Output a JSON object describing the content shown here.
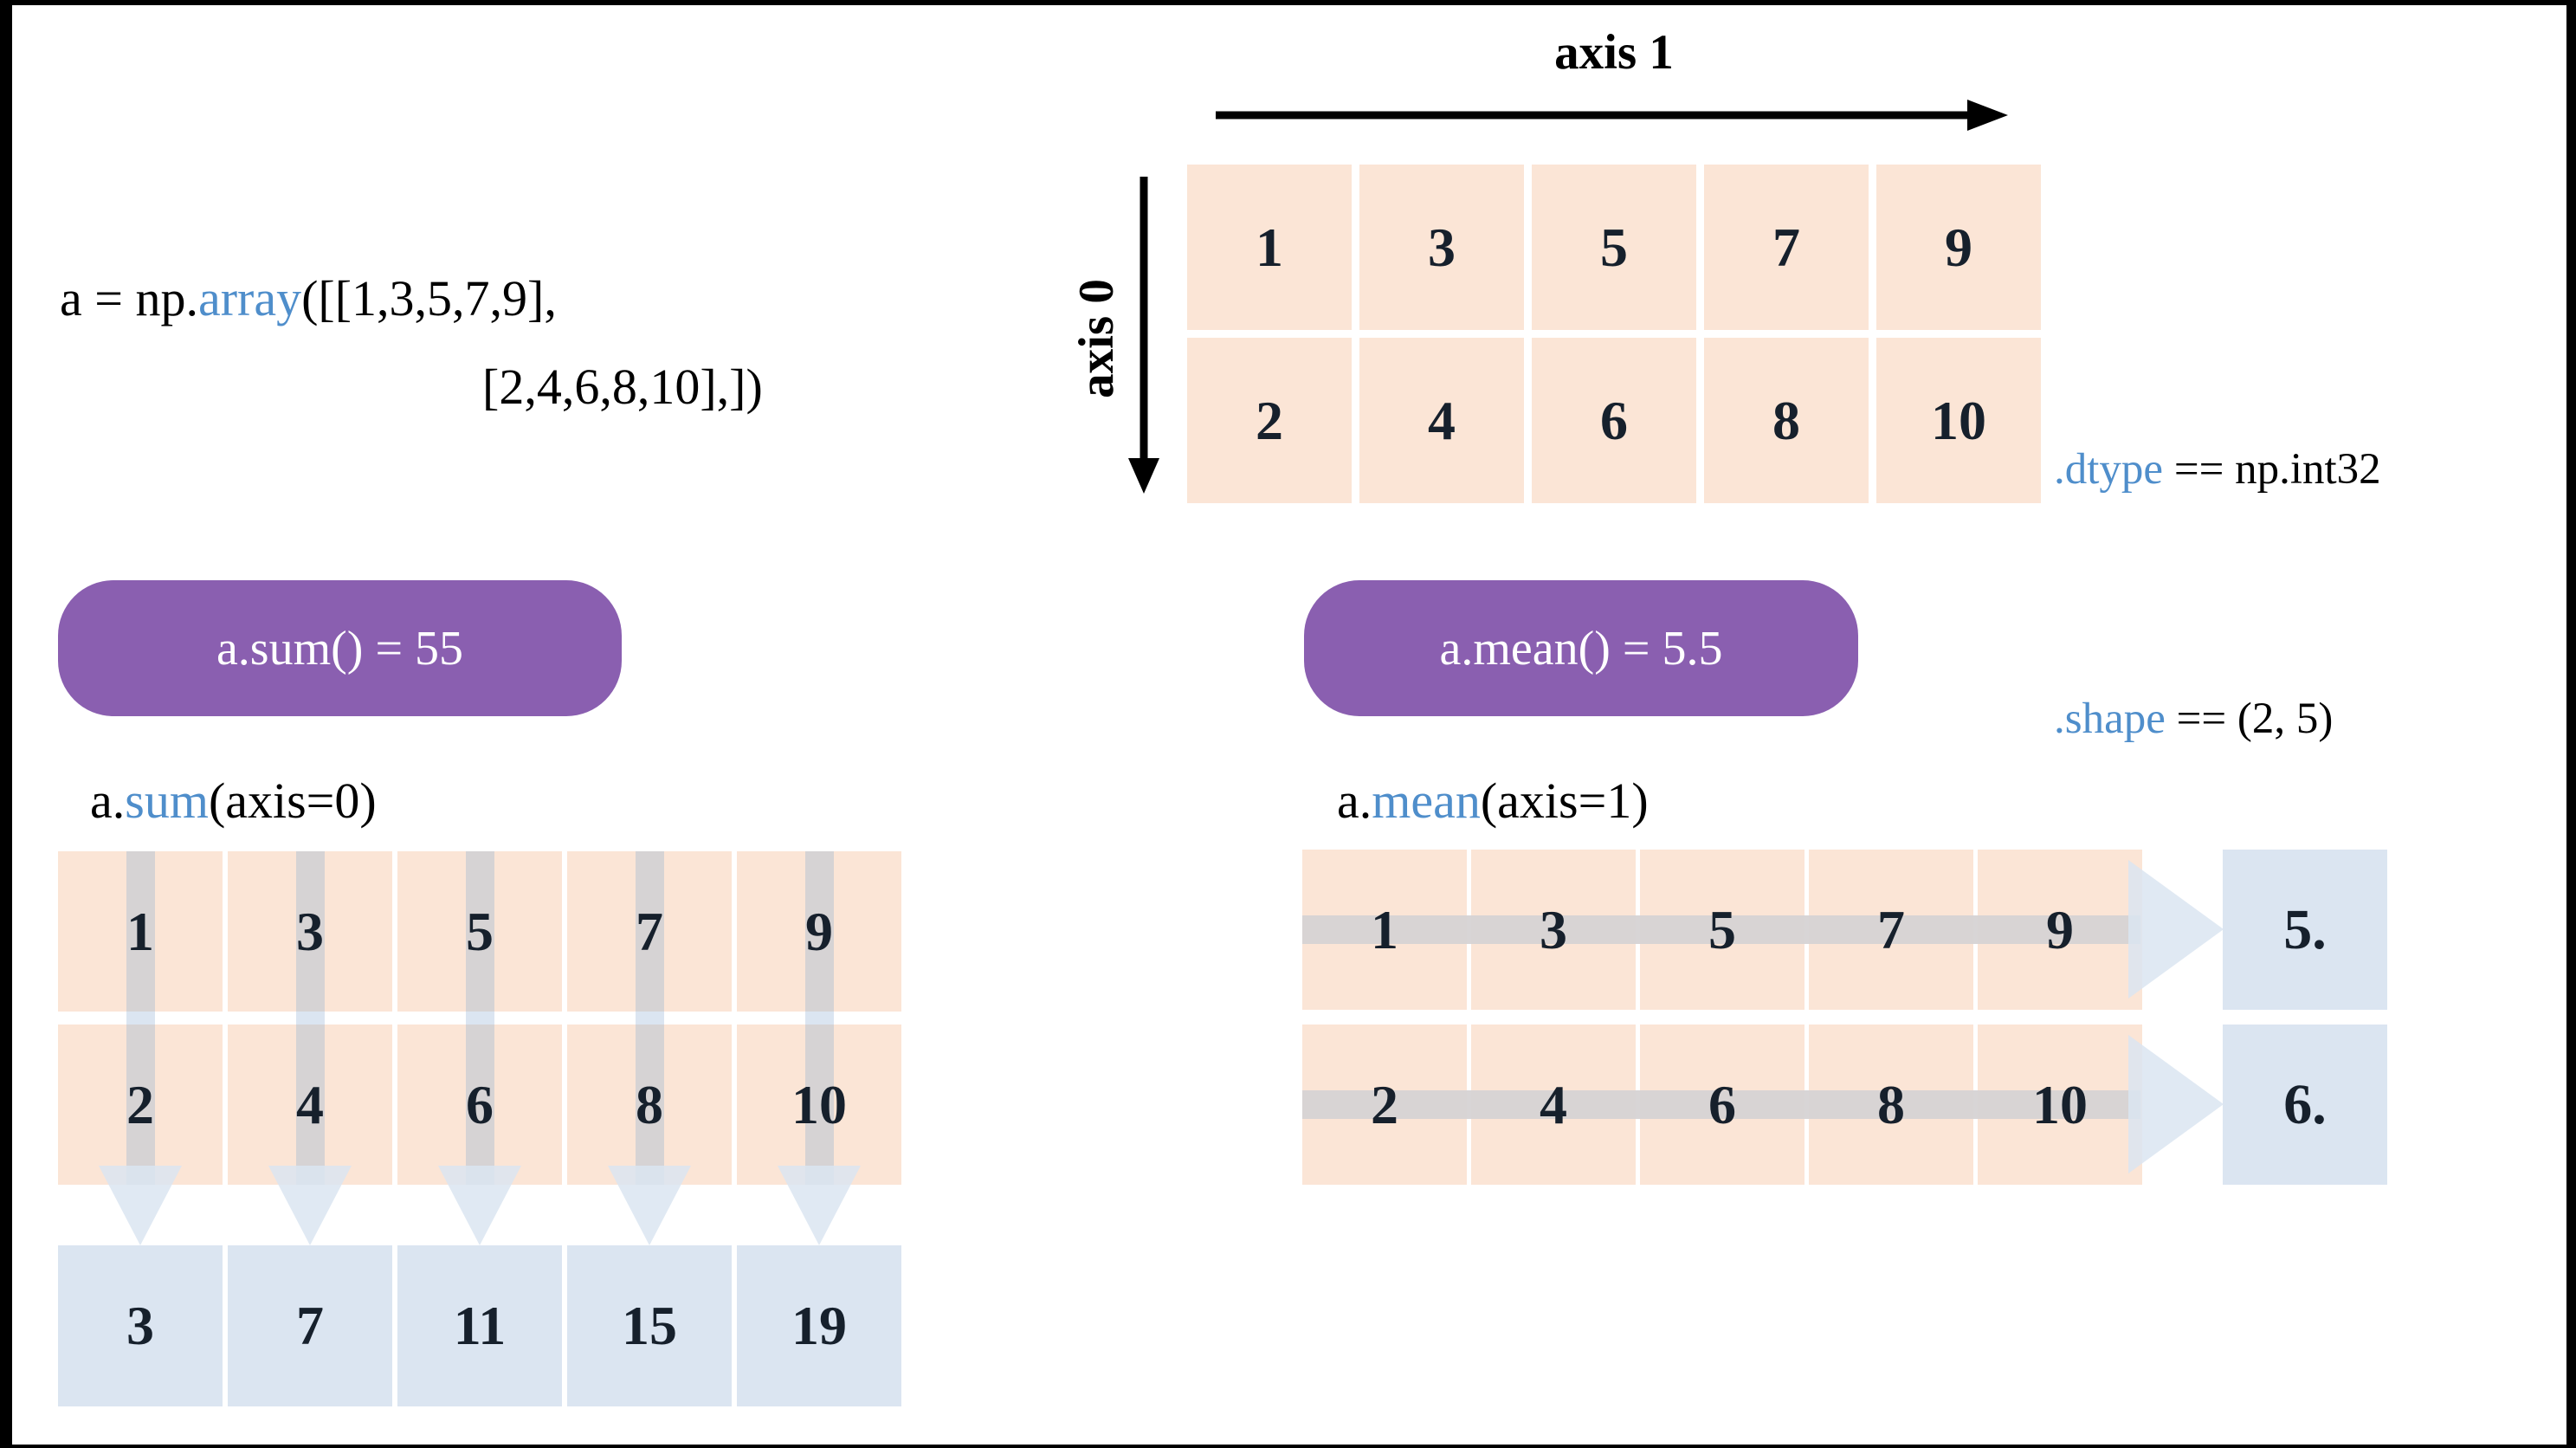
{
  "colors": {
    "peach": "#fbe5d6",
    "light_blue": "#dbe5f1",
    "gray_stripe": "#d6d3d4",
    "purple": "#8a5fb0",
    "accent_blue": "#4f8ecb",
    "frame": "#000000"
  },
  "code": {
    "line1_obj": "a = np.",
    "line1_fn": "array",
    "line1_rest": "([[1,3,5,7,9],",
    "line2": "[2,4,6,8,10],])"
  },
  "axes": {
    "axis1_label": "axis 1",
    "axis0_label": "axis 0"
  },
  "array_table": {
    "rows": [
      [
        "1",
        "3",
        "5",
        "7",
        "9"
      ],
      [
        "2",
        "4",
        "6",
        "8",
        "10"
      ]
    ]
  },
  "meta": {
    "dtype_attr": ".dtype",
    "dtype_rest": " == np.int32",
    "shape_attr": ".shape",
    "shape_rest": " == (2, 5)"
  },
  "sum": {
    "pill": "a.sum() = 55",
    "label_obj": "a.",
    "label_fn": "sum",
    "label_args": "(axis=0)",
    "rows": [
      [
        "1",
        "3",
        "5",
        "7",
        "9"
      ],
      [
        "2",
        "4",
        "6",
        "8",
        "10"
      ]
    ],
    "result": [
      "3",
      "7",
      "11",
      "15",
      "19"
    ]
  },
  "mean": {
    "pill": "a.mean() = 5.5",
    "label_obj": "a.",
    "label_fn": "mean",
    "label_args": "(axis=1)",
    "rows": [
      [
        "1",
        "3",
        "5",
        "7",
        "9"
      ],
      [
        "2",
        "4",
        "6",
        "8",
        "10"
      ]
    ],
    "result": [
      "5.",
      "6."
    ]
  }
}
